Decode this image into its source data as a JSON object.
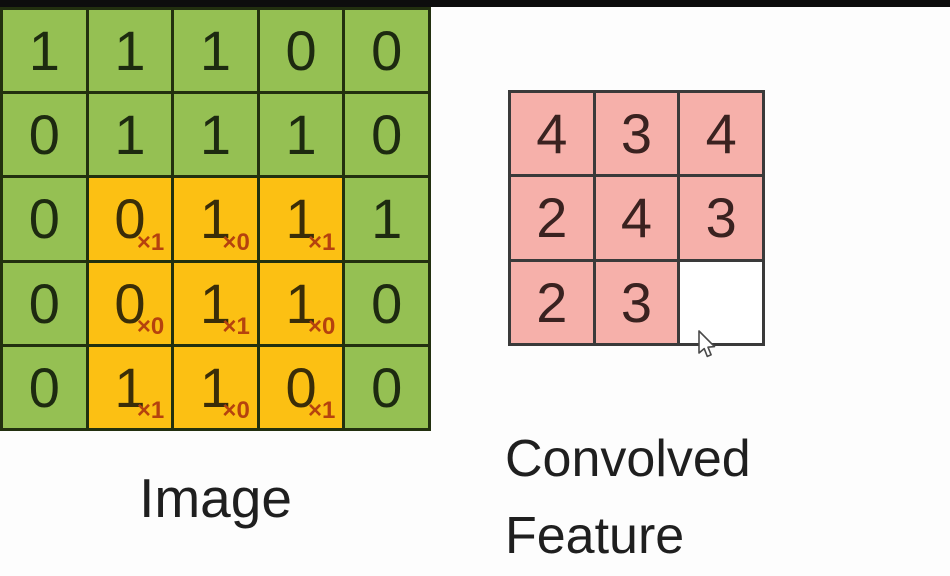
{
  "image_grid": {
    "label": "Image",
    "rows": [
      [
        "1",
        "1",
        "1",
        "0",
        "0"
      ],
      [
        "0",
        "1",
        "1",
        "1",
        "0"
      ],
      [
        "0",
        "0",
        "1",
        "1",
        "1"
      ],
      [
        "0",
        "0",
        "1",
        "1",
        "0"
      ],
      [
        "0",
        "1",
        "1",
        "0",
        "0"
      ]
    ],
    "kernel_overlay": [
      [
        "×1",
        "×0",
        "×1"
      ],
      [
        "×0",
        "×1",
        "×0"
      ],
      [
        "×1",
        "×0",
        "×1"
      ]
    ],
    "highlight_region": {
      "row_start": 2,
      "col_start": 1,
      "rows": 3,
      "cols": 3
    },
    "colors": {
      "cell": "#95c053",
      "highlight_cell": "#fcc013",
      "grid_line": "#22300f",
      "value_text": "#1d2a10",
      "kernel_text": "#b5420e"
    }
  },
  "convolved_grid": {
    "label": "Convolved\nFeature",
    "rows": [
      [
        "4",
        "3",
        "4"
      ],
      [
        "2",
        "4",
        "3"
      ],
      [
        "2",
        "3",
        ""
      ]
    ],
    "colors": {
      "cell": "#f6b0aa",
      "empty_cell": "#ffffff",
      "grid_line": "#3a3a3a",
      "value_text": "#3a2220"
    }
  },
  "chrome": {
    "top_bar_color": "#0d0d0d",
    "background": "#fdfdfd"
  }
}
